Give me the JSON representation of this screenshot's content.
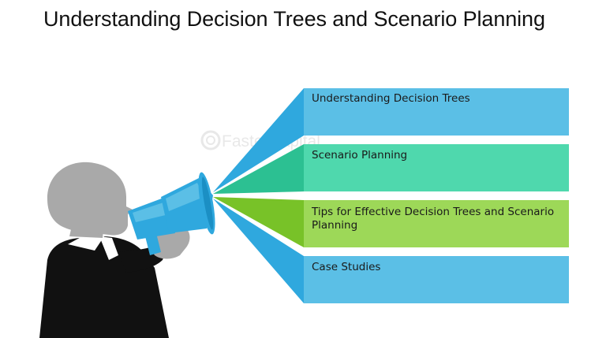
{
  "slide": {
    "title": "Understanding Decision Trees and Scenario Planning"
  },
  "watermark": {
    "text": "FasterCapital"
  },
  "items": [
    {
      "label": "Understanding Decision Trees",
      "color": "#5bbfe6",
      "beam_color": "#2fa8de"
    },
    {
      "label": "Scenario Planning",
      "color": "#4fd8ad",
      "beam_color": "#2cc092"
    },
    {
      "label": "Tips for Effective Decision Trees and Scenario Planning",
      "color": "#9dd858",
      "beam_color": "#78c228"
    },
    {
      "label": "Case Studies",
      "color": "#5bbfe6",
      "beam_color": "#2fa8de"
    }
  ],
  "colors": {
    "person_head": "#a9a9a9",
    "person_body": "#111111",
    "megaphone": "#2fa8de",
    "megaphone_light": "#5bbfe6"
  }
}
